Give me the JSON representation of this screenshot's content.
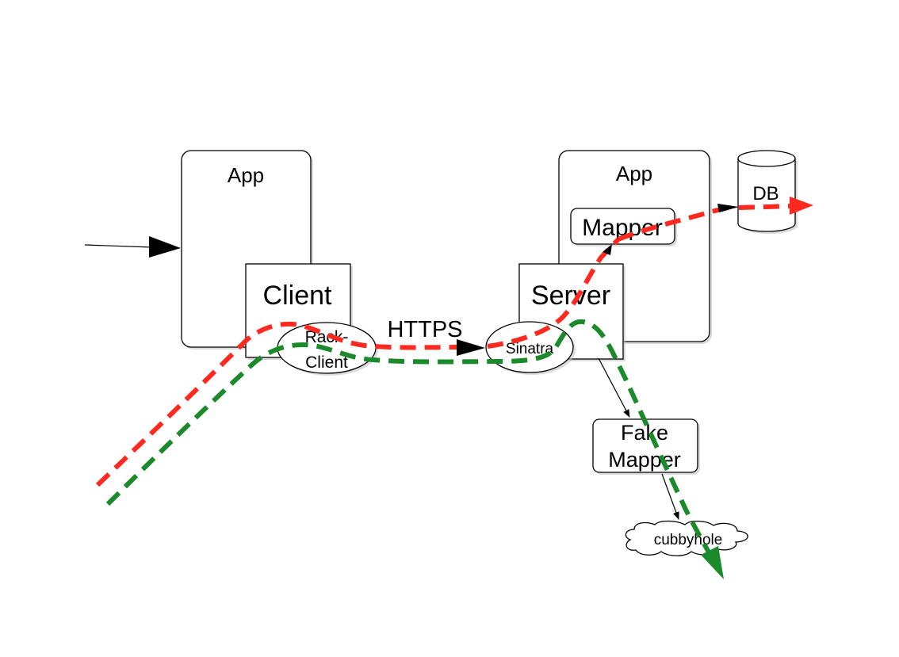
{
  "left_app": {
    "app_label": "App",
    "client_label": "Client",
    "rack_client_label_line1": "Rack-",
    "rack_client_label_line2": "Client"
  },
  "connection_label": "HTTPS",
  "right_app": {
    "app_label": "App",
    "mapper_label": "Mapper",
    "server_label": "Server",
    "sinatra_label": "Sinatra"
  },
  "db_label": "DB",
  "fake_mapper": {
    "line1": "Fake",
    "line2": "Mapper"
  },
  "cubbyhole_label": "cubbyhole",
  "colors": {
    "red_path": "#ff2a1f",
    "green_path": "#1a8a2a"
  }
}
